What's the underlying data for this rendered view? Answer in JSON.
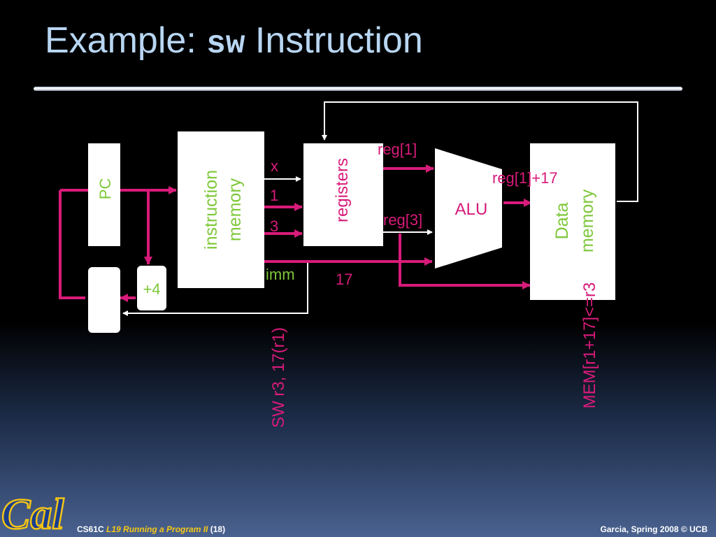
{
  "slide": {
    "title_prefix": "Example: ",
    "title_code": "sw",
    "title_suffix": " Instruction"
  },
  "diagram": {
    "blocks": {
      "pc": "PC",
      "imem_line1": "instruction",
      "imem_line2": "memory",
      "registers": "registers",
      "alu": "ALU",
      "dmem_line1": "Data",
      "dmem_line2": "memory",
      "plus4": "+4"
    },
    "fields": {
      "x": "x",
      "one": "1",
      "three": "3",
      "imm": "imm",
      "seventeen": "17"
    },
    "annotations": {
      "reg1": "reg[1]",
      "reg3": "reg[3]",
      "reg1_plus17": "reg[1]+17",
      "instr": "SW r3, 17(r1)",
      "mem_write": "MEM[r1+17]<=r3"
    },
    "colors": {
      "highlight": "#d81b7a",
      "green_text": "#7ec83a",
      "block_fill": "#ffffff",
      "wire": "#ffffff"
    }
  },
  "footer": {
    "course": "CS61C",
    "lecture": "L19 Running a Program II",
    "page": "(18)",
    "credit": "Garcia, Spring 2008 © UCB",
    "logo_text": "Cal"
  }
}
